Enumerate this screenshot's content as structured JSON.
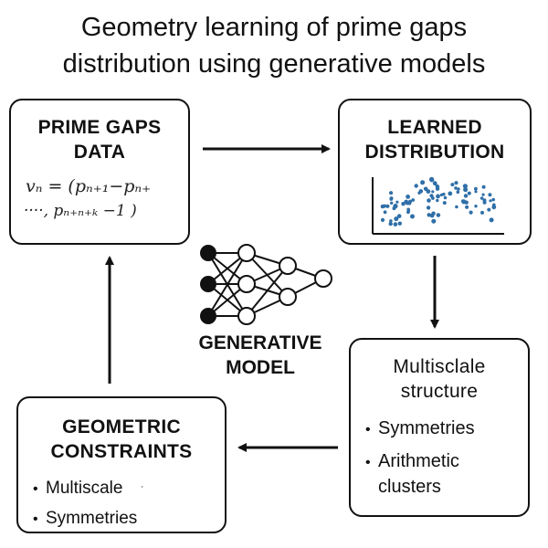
{
  "title_line1": "Geometry learning of prime gaps",
  "title_line2": "distribution using generative models",
  "prime_box": {
    "head1": "PRIME GAPS",
    "head2": "DATA",
    "formula_line1": "vₙ = (pₙ₊₁−pₙ₊",
    "formula_line2": "····, pₙ₊ₙ₊ₖ −1 )"
  },
  "learned_box": {
    "head1": "LEARNED",
    "head2": "DISTRIBUTION"
  },
  "model": {
    "label1": "GENERATIVE",
    "label2": "MODEL"
  },
  "multiscale_box": {
    "head1": "Multisclale",
    "head2": "structure",
    "bullet1": "Symmetries",
    "bullet2_line1": "Arithmetic",
    "bullet2_line2": "clusters"
  },
  "constraints_box": {
    "head1": "GEOMETRIC",
    "head2": "CONSTRAINTS",
    "bullet1": "Multiscale",
    "bullet1_mark": "ˑ",
    "bullet2": "Symmetries"
  },
  "bullet_char": "•",
  "colors": {
    "ink": "#111111",
    "scatter_dot": "#2f6fa8",
    "node_dark": "#111111",
    "node_light": "#ffffff"
  }
}
